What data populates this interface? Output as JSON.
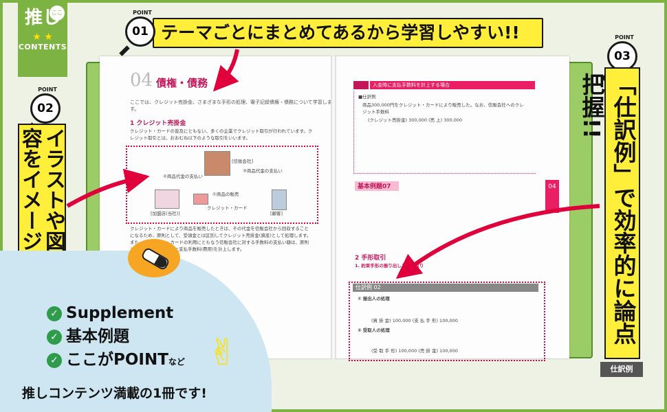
{
  "badge_left": {
    "top_text": "推し",
    "corner_text": "ここが",
    "bottom_text": "CONTENTS"
  },
  "point1": {
    "label": "POINT",
    "number": "01",
    "text": "テーマごとにまとめてあるから学習しやすい!!"
  },
  "point2": {
    "label": "POINT",
    "number": "02",
    "text": "イラストや図で内容をイメージ"
  },
  "point3": {
    "label": "POINT",
    "number": "03",
    "text": "「仕訳例」で効率的に論点把握!!",
    "tag": "仕訳例"
  },
  "left_page": {
    "chapter_no": "04",
    "chapter_title": "債権・債務",
    "intro": "ここでは、クレジット売掛金、さまざまな手形の処理、電子記録債権・債務について学習します。",
    "section1": "1 クレジット売掛金",
    "para1": "クレジット・カードの普及にともない、多くの企業でクレジット取引が行われています。クレジット取引とは、おおむね以下のような取引をいいます。",
    "illus_labels": [
      "[信販会社]",
      "②商品代金の支払い",
      "③商品代金の支払い",
      "①商品の販売",
      "クレジット・カード",
      "[加盟店(当社)]",
      "[顧客]"
    ],
    "para2": "クレジット・カードにより商品を販売したときは、その代金を信販会社から回収することになるため、原則として、受領金とは区別してクレジット売掛金(資産)として処理します。また、クレジット・カードの利用にともなう信販会社に対する手数料の支払い額は、原則として、商品の販売時に支払手数料(費用)を計上します。"
  },
  "right_page": {
    "ref_head": "入金時に支払手数料を計上する場合",
    "ref_lines": [
      "■仕訳例",
      "商品300,000円をクレジット・カードにより販売した。なお、信販会社へのクレジット手数料",
      "(クレジット売掛金) 300,000 (売 上) 300,000"
    ],
    "example_tag": "基本例題07",
    "section2": "2 手形取引",
    "sub2": "1. 約束手形の振り出しと受け取り",
    "shiwake_head": "仕訳例 02",
    "shiwake_lines": [
      "① 振出人の処理",
      "(買 掛 金) 100,000 (支 払 手 形) 100,000",
      "② 受取人の処理",
      "(受 取 手 形) 100,000 (売 掛 金) 100,000"
    ],
    "side_tab": "04"
  },
  "supplement": {
    "items": [
      "Supplement",
      "基本例題",
      "ここがPOINT"
    ],
    "suffix": "など",
    "bottom": "推しコンテンツ満載の1冊です!"
  },
  "colors": {
    "accent_green": "#7cb342",
    "callout_yellow": "#ffee3a",
    "pink": "#e91e63",
    "arrow_red": "#e0003c",
    "check_green": "#2e9c4a"
  }
}
